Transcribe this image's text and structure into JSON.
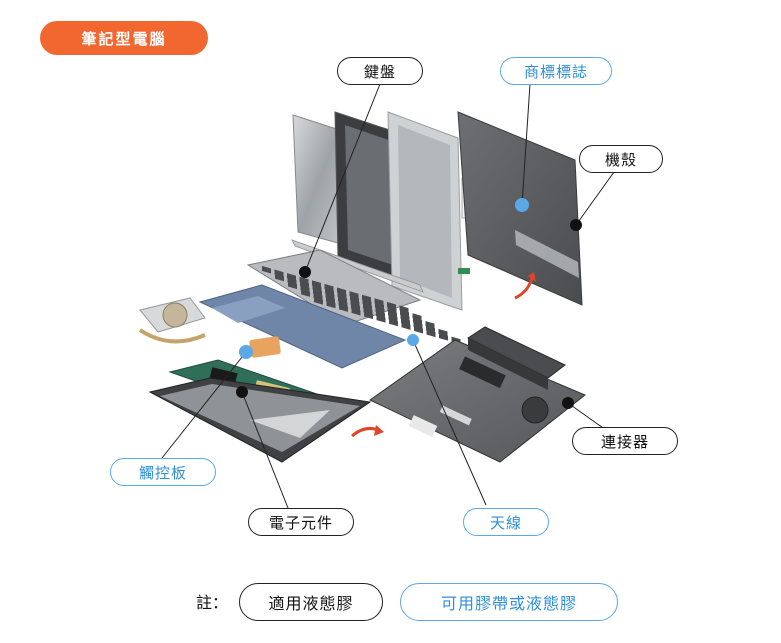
{
  "title": "筆記型電腦",
  "callouts": {
    "keyboard": "鍵盤",
    "logo": "商標標誌",
    "casing": "機殼",
    "connector": "連接器",
    "touchpad": "觸控板",
    "electronics": "電子元件",
    "antenna": "天線"
  },
  "note": {
    "prefix": "註：",
    "liquid_glue": "適用液態膠",
    "tape_or_liquid": "可用膠帶或液態膠"
  },
  "colors": {
    "accent_orange": "#f2662f",
    "label_blue": "#5aa9e6",
    "label_black": "#222222"
  }
}
